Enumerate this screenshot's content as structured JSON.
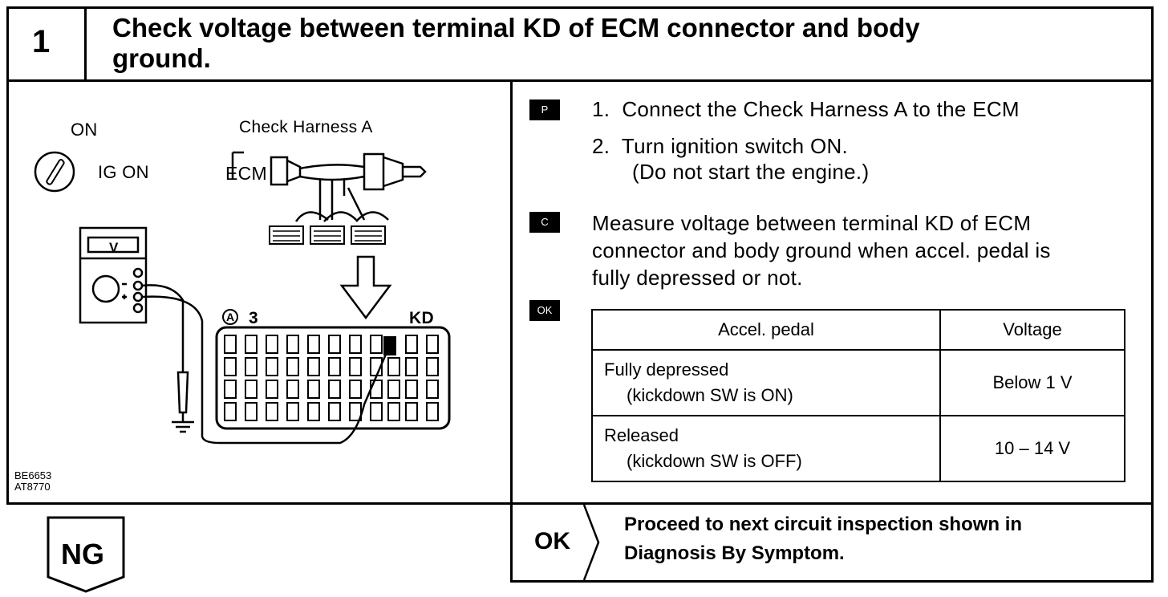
{
  "step": {
    "number": "1",
    "title_line1": "Check voltage between terminal KD of ECM connector and body",
    "title_line2": "ground."
  },
  "diagram": {
    "switch_state": "ON",
    "ignition_label": "IG ON",
    "harness_label": "Check Harness A",
    "ecm_label": "ECM",
    "meter_label": "V",
    "connector_label": "A",
    "terminal_3": "3",
    "terminal_kd": "KD",
    "ref_code_1": "BE6653",
    "ref_code_2": "AT8770"
  },
  "prep": {
    "tag": "P",
    "step1": "1.  Connect the Check Harness A to the ECM",
    "step2": "2.  Turn ignition switch ON.",
    "step2_note": "(Do not start the engine.)"
  },
  "check": {
    "tag": "C",
    "line1": "Measure voltage between terminal KD of ECM",
    "line2": "connector and body ground when accel. pedal is",
    "line3": "fully depressed or not."
  },
  "ok_tag": "OK",
  "table": {
    "headers": [
      "Accel. pedal",
      "Voltage"
    ],
    "rows": [
      {
        "condition": "Fully depressed",
        "note": "(kickdown SW is ON)",
        "voltage": "Below 1 V"
      },
      {
        "condition": "Released",
        "note": "(kickdown SW is OFF)",
        "voltage": "10 – 14 V"
      }
    ]
  },
  "ng_label": "NG",
  "ok_result": {
    "label": "OK",
    "line1": "Proceed to next circuit inspection shown in",
    "line2": "Diagnosis By Symptom."
  }
}
